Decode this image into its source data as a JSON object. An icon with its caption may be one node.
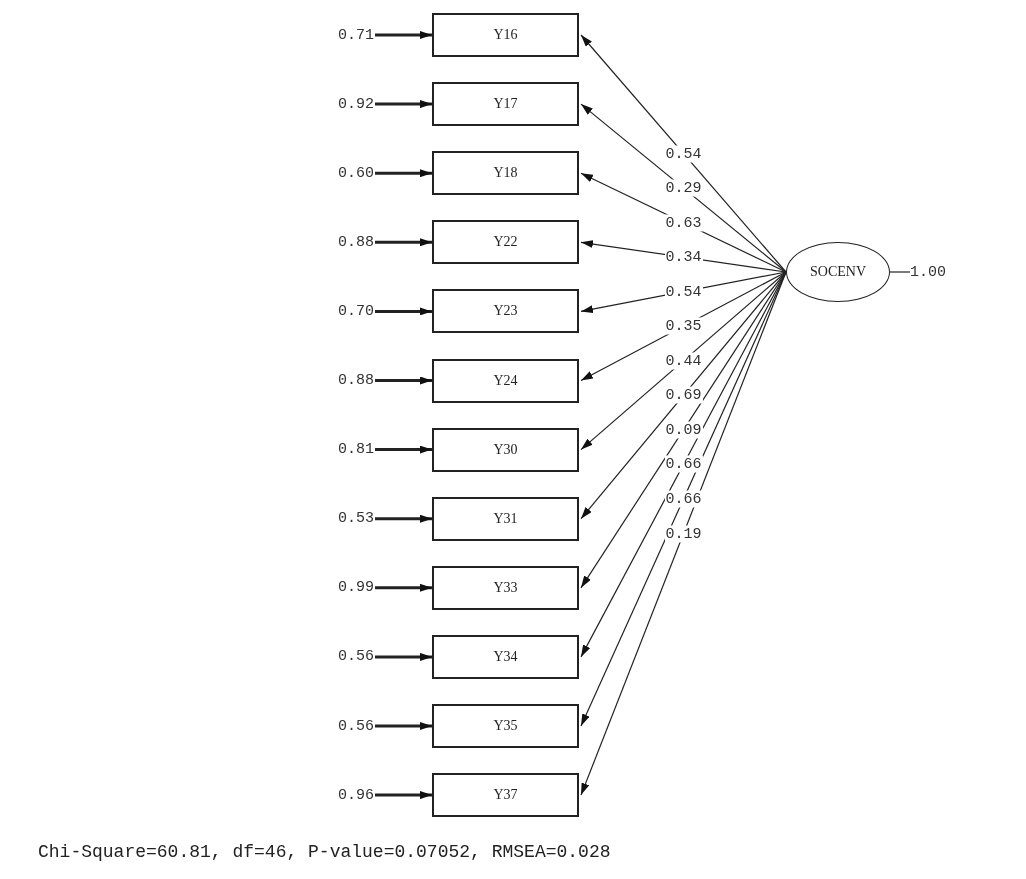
{
  "diagram": {
    "caption": "Chi-Square=60.81, df=46, P-value=0.07052, RMSEA=0.028",
    "nodes": [
      {
        "text": [
          "Y16"
        ]
      },
      {
        "text": [
          "Y17"
        ]
      },
      {
        "text": [
          "Y18"
        ]
      },
      {
        "text": [
          "Y22"
        ]
      },
      {
        "text": [
          "Y23"
        ]
      },
      {
        "text": [
          "Y24"
        ]
      },
      {
        "text": [
          "Y30"
        ]
      },
      {
        "text": [
          "Y31"
        ]
      },
      {
        "text": [
          "Y33"
        ]
      },
      {
        "text": [
          "Y34"
        ]
      },
      {
        "text": [
          "Y35"
        ]
      },
      {
        "text": [
          "Y37"
        ]
      },
      {
        "text": [
          "SOCENV"
        ]
      },
      {
        "text": [
          "0.71"
        ]
      },
      {
        "text": [
          "0.92"
        ]
      },
      {
        "text": [
          "0.60"
        ]
      },
      {
        "text": [
          "0.88"
        ]
      },
      {
        "text": [
          "0.70"
        ]
      },
      {
        "text": [
          "0.88"
        ]
      },
      {
        "text": [
          "0.81"
        ]
      },
      {
        "text": [
          "0.53"
        ]
      },
      {
        "text": [
          "0.99"
        ]
      },
      {
        "text": [
          "0.56"
        ]
      },
      {
        "text": [
          "0.56"
        ]
      },
      {
        "text": [
          "0.96"
        ]
      },
      {
        "text": [
          "1.00"
        ]
      }
    ],
    "edges": [
      {
        "from": 12,
        "to": 0,
        "arrow": "to",
        "label": "0.54"
      },
      {
        "from": 12,
        "to": 1,
        "arrow": "to",
        "label": "0.29"
      },
      {
        "from": 12,
        "to": 2,
        "arrow": "to",
        "label": "0.63"
      },
      {
        "from": 12,
        "to": 3,
        "arrow": "to",
        "label": "0.34"
      },
      {
        "from": 12,
        "to": 4,
        "arrow": "to",
        "label": "0.54"
      },
      {
        "from": 12,
        "to": 5,
        "arrow": "to",
        "label": "0.35"
      },
      {
        "from": 12,
        "to": 6,
        "arrow": "to",
        "label": "0.44"
      },
      {
        "from": 12,
        "to": 7,
        "arrow": "to",
        "label": "0.69"
      },
      {
        "from": 12,
        "to": 8,
        "arrow": "to",
        "label": "0.09"
      },
      {
        "from": 12,
        "to": 9,
        "arrow": "to",
        "label": "0.66"
      },
      {
        "from": 12,
        "to": 10,
        "arrow": "to",
        "label": "0.66"
      },
      {
        "from": 12,
        "to": 11,
        "arrow": "to",
        "label": "0.19"
      },
      {
        "from": 13,
        "to": 0,
        "arrow": "to",
        "style": "thick"
      },
      {
        "from": 14,
        "to": 1,
        "arrow": "to",
        "style": "thick"
      },
      {
        "from": 15,
        "to": 2,
        "arrow": "to",
        "style": "thick"
      },
      {
        "from": 16,
        "to": 3,
        "arrow": "to",
        "style": "thick"
      },
      {
        "from": 17,
        "to": 4,
        "arrow": "to",
        "style": "thick"
      },
      {
        "from": 18,
        "to": 5,
        "arrow": "to",
        "style": "thick"
      },
      {
        "from": 19,
        "to": 6,
        "arrow": "to",
        "style": "thick"
      },
      {
        "from": 20,
        "to": 7,
        "arrow": "to",
        "style": "thick"
      },
      {
        "from": 21,
        "to": 8,
        "arrow": "to",
        "style": "thick"
      },
      {
        "from": 22,
        "to": 9,
        "arrow": "to",
        "style": "thick"
      },
      {
        "from": 23,
        "to": 10,
        "arrow": "to",
        "style": "thick"
      },
      {
        "from": 24,
        "to": 11,
        "arrow": "to",
        "style": "thick"
      },
      {
        "from": 12,
        "to": 25,
        "arrow": "none"
      }
    ]
  }
}
